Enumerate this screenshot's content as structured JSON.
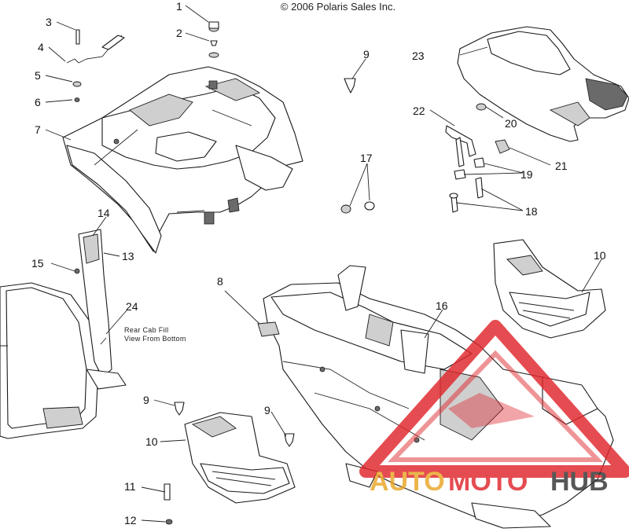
{
  "header": {
    "copyright": "© 2006 Polaris Sales Inc."
  },
  "callouts": {
    "c1": "1",
    "c2": "2",
    "c3": "3",
    "c4": "4",
    "c5": "5",
    "c6": "6",
    "c7": "7",
    "c8": "8",
    "c9a": "9",
    "c9b": "9",
    "c9c": "9",
    "c10a": "10",
    "c10b": "10",
    "c11": "11",
    "c12": "12",
    "c13": "13",
    "c14": "14",
    "c15": "15",
    "c16": "16",
    "c17": "17",
    "c18": "18",
    "c19": "19",
    "c20": "20",
    "c21": "21",
    "c22": "22",
    "c23": "23",
    "c24": "24"
  },
  "note": {
    "line1": "Rear Cab Fill",
    "line2": "View From Bottom"
  },
  "watermark": {
    "part1": "AUTO",
    "part2": "MOTO",
    "part3": "HUB",
    "color_red": "#e0262b",
    "color_gold": "#e8a526",
    "color_dark": "#333333"
  }
}
